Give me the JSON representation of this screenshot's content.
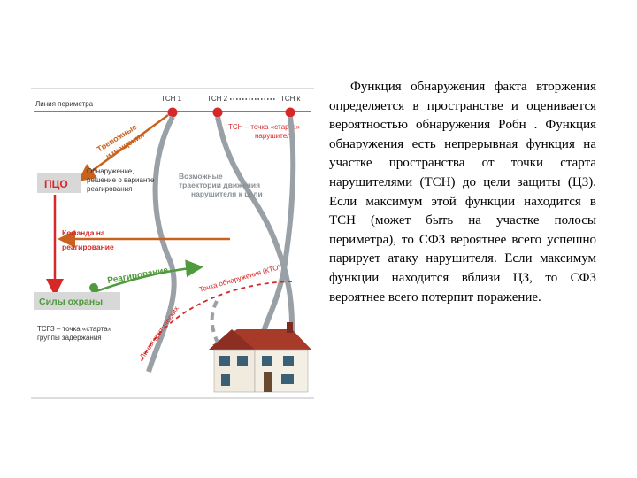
{
  "diagram": {
    "perimeter_label": "Линия периметра",
    "tsn_labels": [
      "ТСН 1",
      "ТСН 2",
      "ТСН к"
    ],
    "tsn_definition": [
      "ТСН – точка «старта»",
      "нарушителя"
    ],
    "alarm_label": [
      "Тревожные",
      "извещения"
    ],
    "pco_label": "ПЦО",
    "pco_description": [
      "Обнаружение,",
      "решение о варианте",
      "реагирования"
    ],
    "trajectories_label": [
      "Возможные",
      "траектории движения",
      "нарушителя к цели"
    ],
    "command_label": [
      "Команда на",
      "реагирование"
    ],
    "response_label": "Реагирование",
    "forces_label": "Силы охраны",
    "tsgz_definition": [
      "ТСГЗ – точка «старта»",
      "группы задержания"
    ],
    "critical_point_label": "Точка обнаружения (КТО)",
    "critical_line_label": "Линия критических",
    "colors": {
      "red": "#d62828",
      "orange": "#c9621c",
      "green": "#4f9a3c",
      "gray": "#9aa1a6",
      "dark_gray": "#555555"
    }
  },
  "text": {
    "paragraph": "Функция обнаружения факта вторжения определяется в пространстве и оценивается вероятностью обнаружения Pобн . Функция обнаружения есть непрерывная функция на участке пространства от точки старта нарушителями (ТСН) до цели защиты (ЦЗ). Если максимум этой функции находится в ТСН (может быть на участке полосы периметра), то СФЗ вероятнее всего успешно парирует атаку нарушителя. Если максимум функции находится вблизи ЦЗ, то СФЗ вероятнее всего потерпит поражение."
  }
}
